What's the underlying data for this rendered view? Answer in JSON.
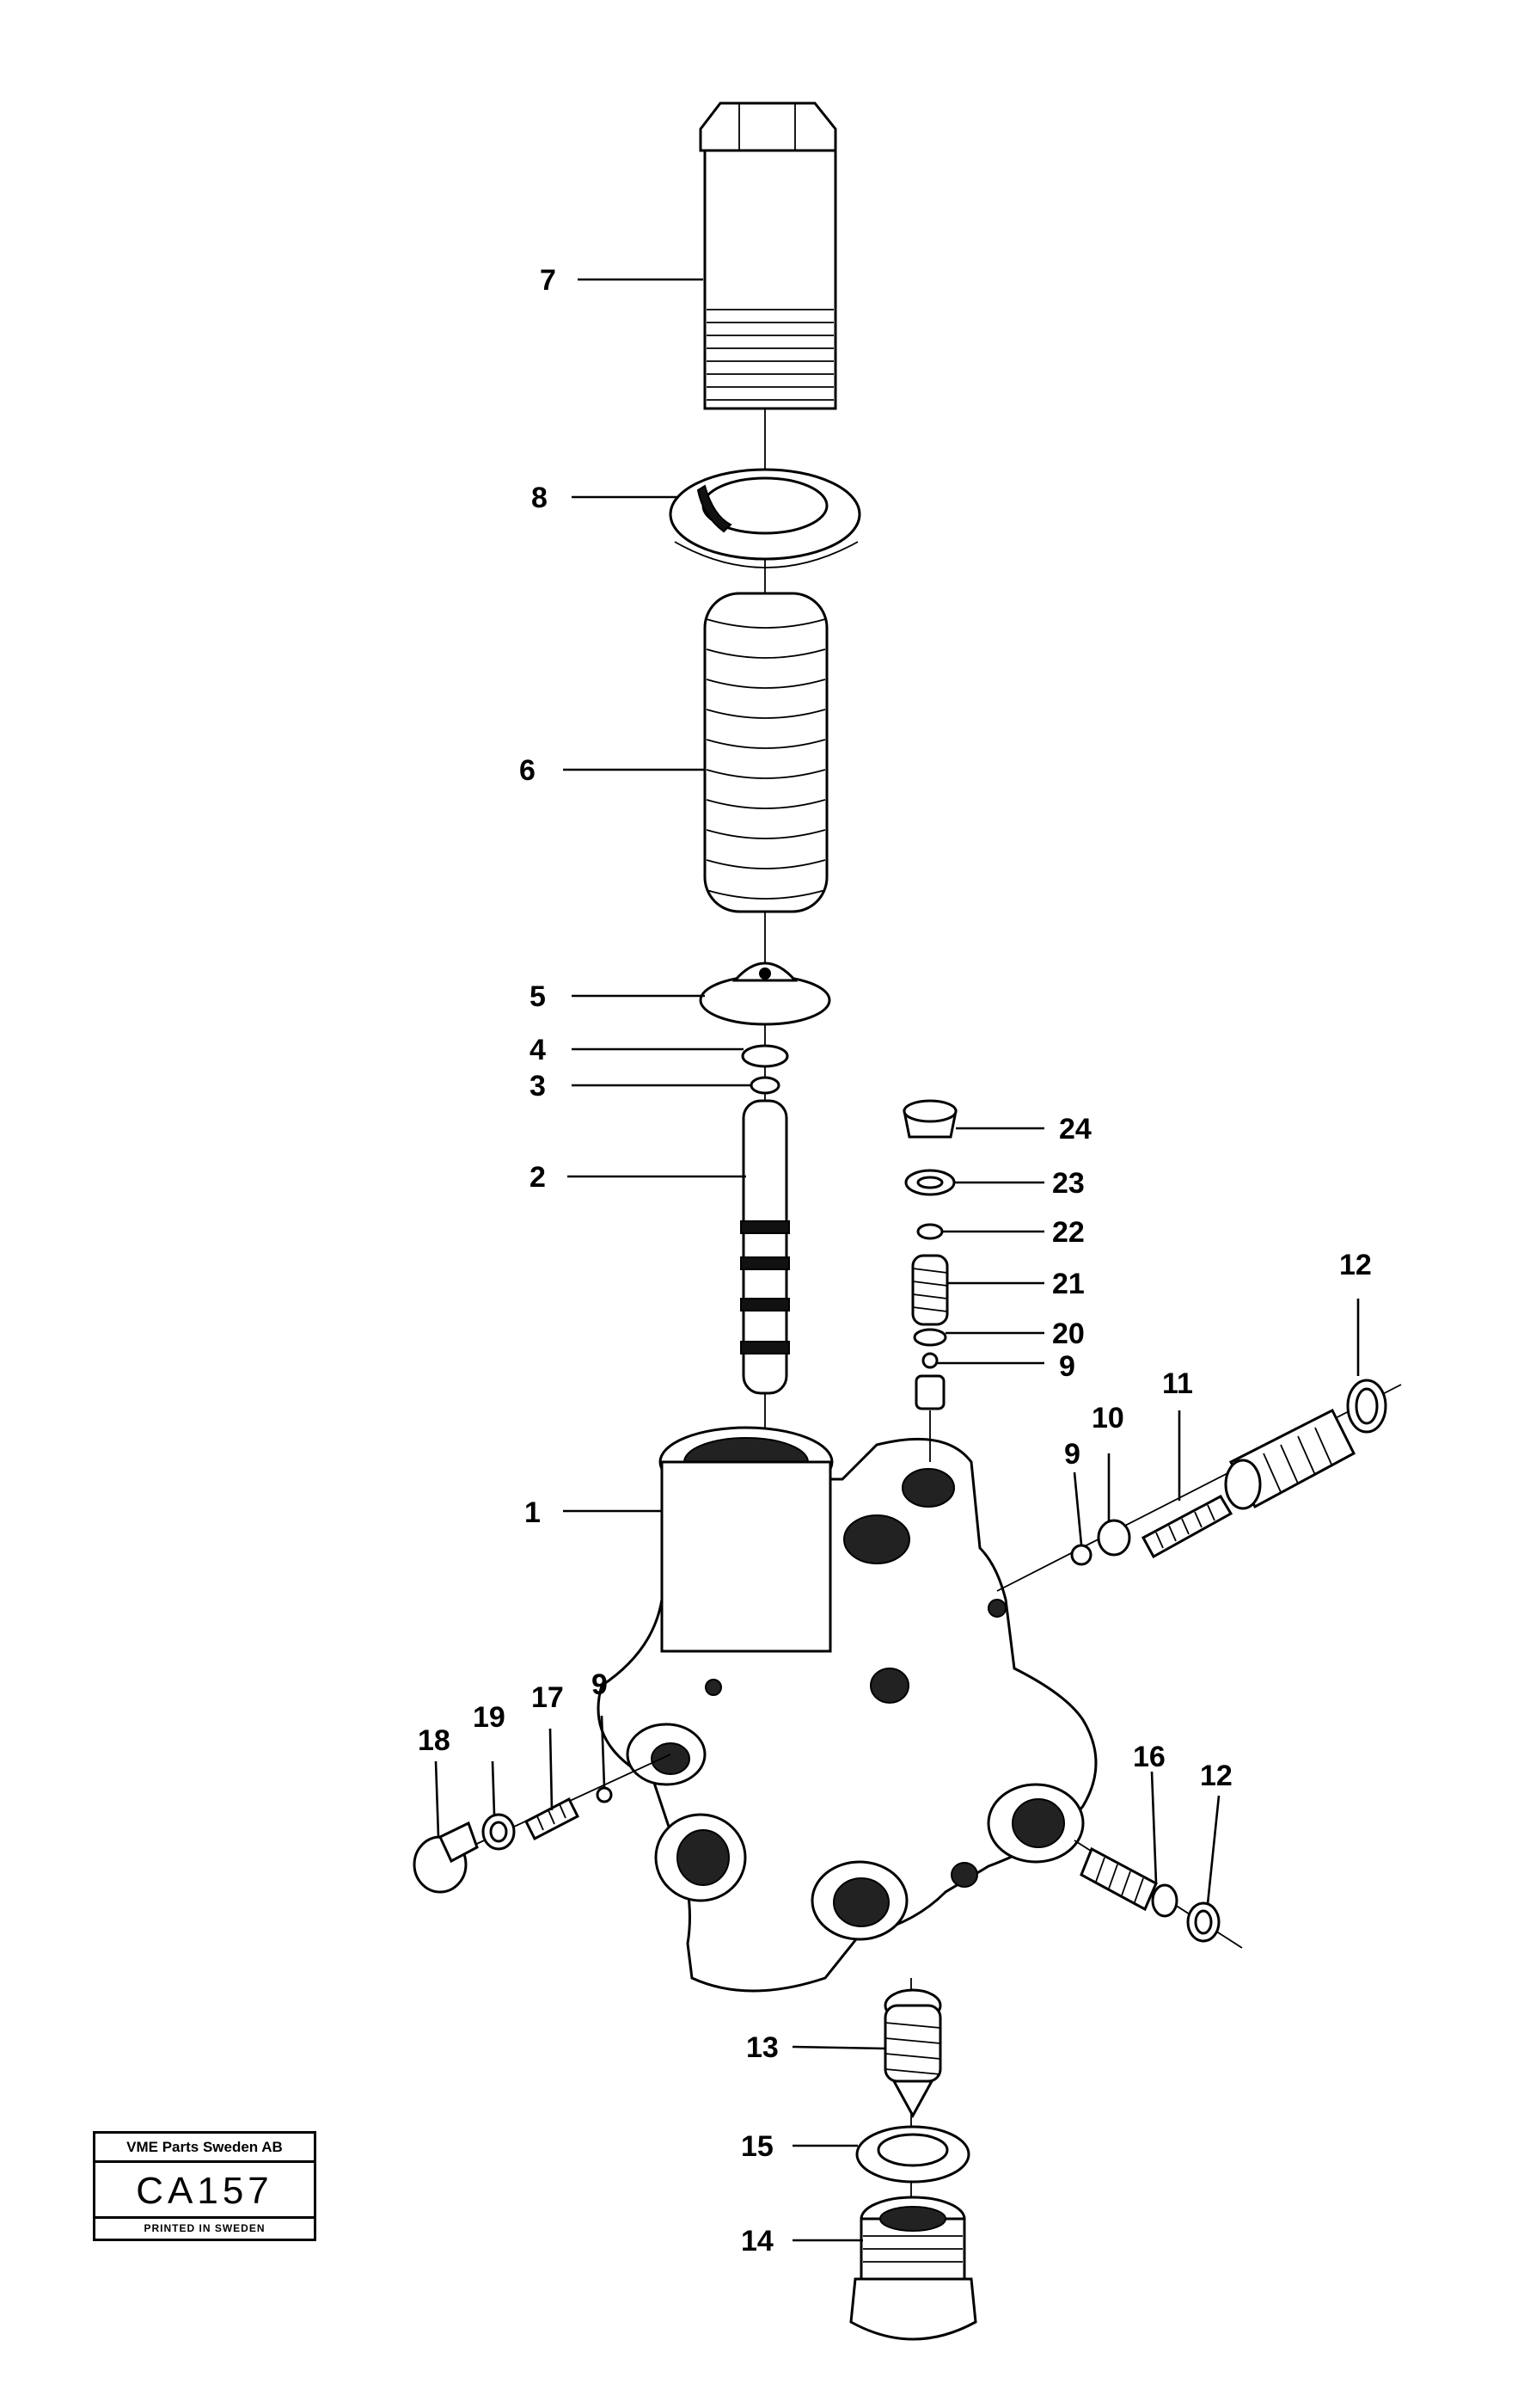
{
  "callouts": [
    "7",
    "8",
    "6",
    "5",
    "4",
    "3",
    "2",
    "24",
    "23",
    "22",
    "21",
    "20",
    "9",
    "12",
    "11",
    "10",
    "9",
    "1",
    "9",
    "17",
    "19",
    "18",
    "16",
    "12",
    "13",
    "15",
    "14"
  ],
  "stamp": {
    "company": "VME Parts Sweden AB",
    "code": "CA157",
    "printed": "PRINTED IN SWEDEN"
  }
}
